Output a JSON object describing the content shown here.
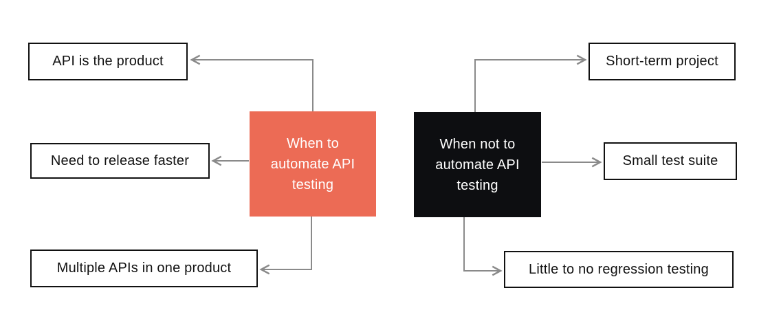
{
  "diagram": {
    "colors": {
      "when_hub_bg": "#ec6b55",
      "when_not_hub_bg": "#0d0e11",
      "hub_text": "#ffffff",
      "leaf_bg": "#ffffff",
      "leaf_border": "#111111",
      "leaf_text": "#111111",
      "connector": "#8a8a8a",
      "background": "#ffffff"
    },
    "when_hub": {
      "label": "When to automate API testing",
      "lines": [
        "When to",
        "automate API",
        "testing"
      ]
    },
    "when_not_hub": {
      "label": "When not to automate API testing",
      "lines": [
        "When not to",
        "automate API",
        "testing"
      ]
    },
    "when_reasons": [
      {
        "label": "API is the product"
      },
      {
        "label": "Need to release faster"
      },
      {
        "label": "Multiple APIs in one product"
      }
    ],
    "when_not_reasons": [
      {
        "label": "Short-term project"
      },
      {
        "label": "Small test suite"
      },
      {
        "label": "Little to no regression testing"
      }
    ]
  }
}
